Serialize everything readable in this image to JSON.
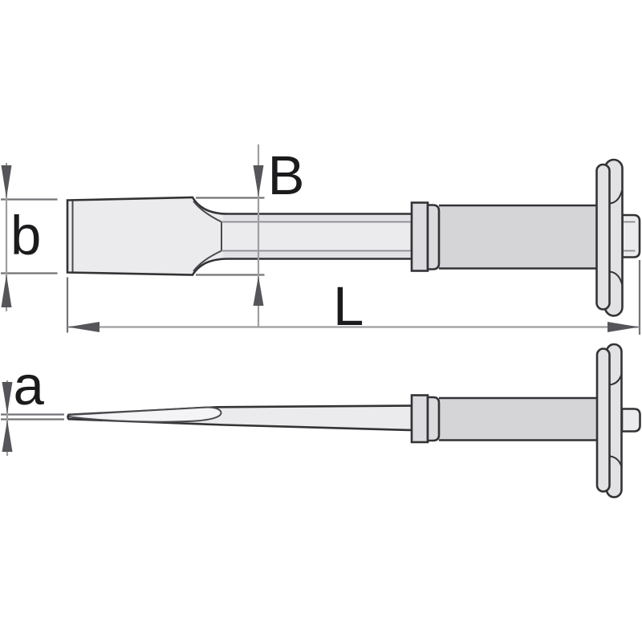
{
  "diagram": {
    "kind": "technical-drawing",
    "subject": "flat chisel with protective hand guard grip, shown in two orthographic views with dimension lines",
    "views": {
      "top": "plan view of blade, shank, grip collar, handle, guard disc and striking head",
      "side": "edge view of tapered blade wedge, shank, grip collar, handle, guard disc and striking head"
    },
    "labels": {
      "blade_end_width": "B",
      "cutting_edge_width": "b",
      "total_length": "L",
      "edge_thickness": "a"
    }
  },
  "colors": {
    "background": "#ffffff",
    "outline": "#333336",
    "body_fill": "#ebebee",
    "shade_fill": "#e2e2e6",
    "facet_fill": "#f4f4f6",
    "collar_fill": "#dcdce0",
    "barrel_fill": "#d5d5d8",
    "guard_fill": "#e2e2e5",
    "nub_fill": "#ebebee",
    "inner_line": "#4a4a4e",
    "chamfer_line": "#8a8a8e",
    "dim_line": "#9e9ea2",
    "ext_line": "#737377",
    "arrow": "#56565a",
    "label": "#1b1b1d"
  }
}
